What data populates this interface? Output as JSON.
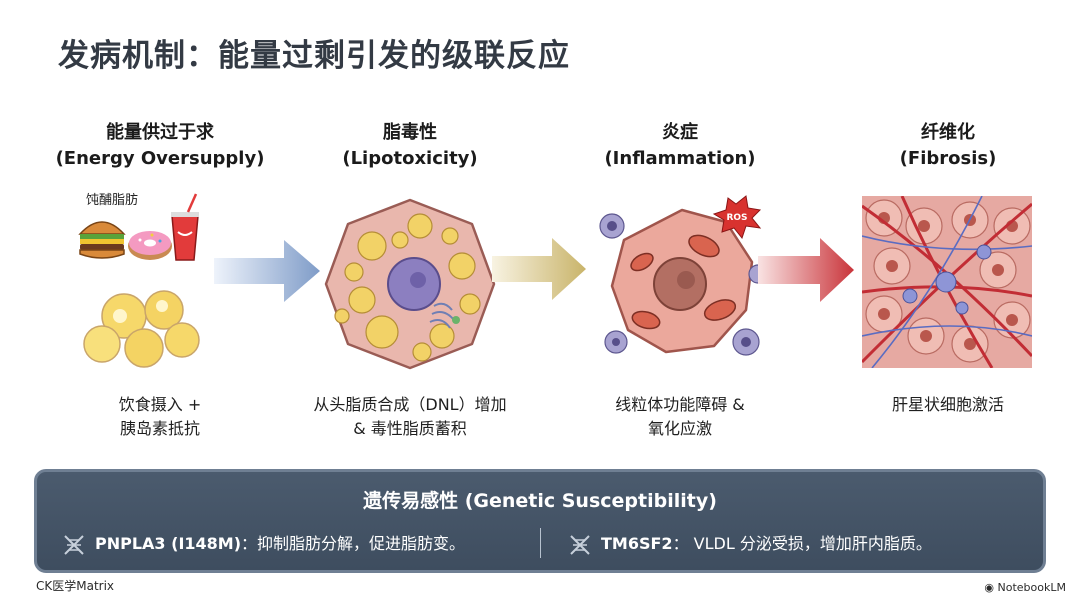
{
  "title": "发病机制：能量过剩引发的级联反应",
  "stages": [
    {
      "name": "能量供过于求",
      "subtitle": "(Energy Oversupply)",
      "art_label": "饨酺脂肪",
      "desc_line1": "饮食摄入 +",
      "desc_line2": "胰岛素抵抗"
    },
    {
      "name": "脂毒性",
      "subtitle": "(Lipotoxicity)",
      "desc_line1": "从头脂质合成（DNL）增加",
      "desc_line2": "& 毒性脂质蓄积"
    },
    {
      "name": "炎症",
      "subtitle": "(Inflammation)",
      "art_label": "ROS",
      "desc_line1": "线粒体功能障碍 &",
      "desc_line2": "氧化应激"
    },
    {
      "name": "纤维化",
      "subtitle": "(Fibrosis)",
      "desc_line1": "肝星状细胞激活",
      "desc_line2": ""
    }
  ],
  "genetic": {
    "title": "遗传易感性 (Genetic Susceptibility)",
    "items": [
      {
        "gene": "PNPLA3 (I148M)",
        "text": "：抑制脂肪分解，促进脂肪变。"
      },
      {
        "gene": "TM6SF2",
        "text": "： VLDL 分泌受损，增加肝内脂质。"
      }
    ]
  },
  "watermark_left": "CK医学Matrix",
  "watermark_right": "NotebookLM",
  "colors": {
    "arrow1": "#7f9cc8",
    "arrow2": "#c9b46a",
    "arrow3": "#c9343a",
    "panel": "#46566a"
  }
}
